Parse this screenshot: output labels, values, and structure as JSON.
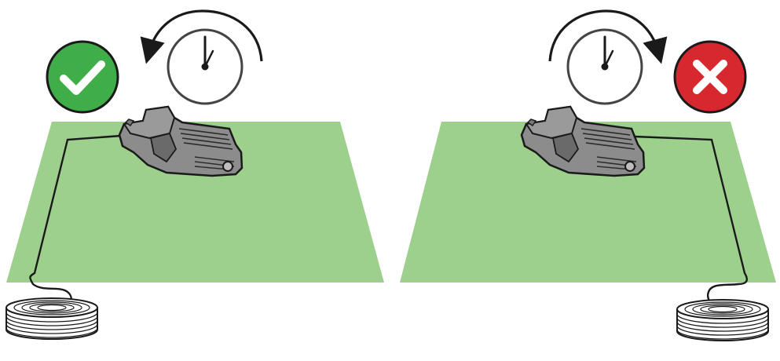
{
  "panels": [
    {
      "id": "left",
      "rotation": "counterclockwise",
      "verdict": "correct",
      "verdict_color": "#3fae49",
      "verdict_icon": "check-icon",
      "lawn_color": "#9dd08c",
      "cable_side": "left"
    },
    {
      "id": "right",
      "rotation": "clockwise",
      "verdict": "incorrect",
      "verdict_color": "#d7282f",
      "verdict_icon": "cross-icon",
      "lawn_color": "#9dd08c",
      "cable_side": "right"
    }
  ],
  "colors": {
    "mower_body": "#8c8c8c",
    "mower_dark": "#5f5f5f",
    "outline": "#1a1a1a",
    "clock_stroke": "#444444"
  }
}
